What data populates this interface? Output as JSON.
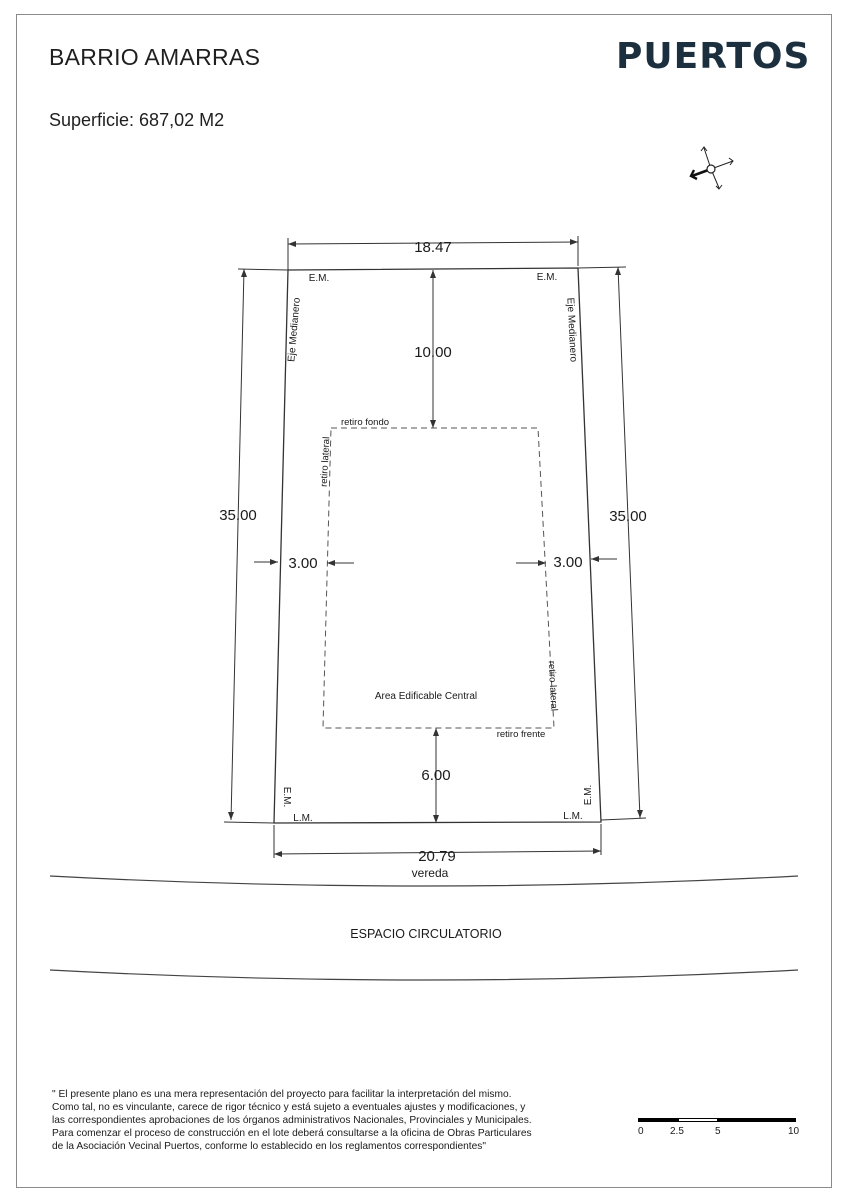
{
  "header": {
    "title": "BARRIO AMARRAS",
    "logo": "PUERTOS",
    "surface_label": "Superficie:",
    "surface_value": "687,02 M2"
  },
  "plan": {
    "top_width": "18.47",
    "bottom_width": "20.79",
    "left_depth": "35.00",
    "right_depth": "35.00",
    "back_setback": "10.00",
    "front_setback": "6.00",
    "left_side_setback": "3.00",
    "right_side_setback": "3.00",
    "em_top_left": "E.M.",
    "em_top_right": "E.M.",
    "em_bottom_left": "E.M.",
    "em_bottom_right": "E.M.",
    "lm_left": "L.M.",
    "lm_right": "L.M.",
    "eje_left": "Eje Medianero",
    "eje_right": "Eje Medianero",
    "retiro_fondo": "retiro fondo",
    "retiro_lateral_left": "retiro lateral",
    "retiro_lateral_right": "retiro lateral",
    "retiro_frente": "retiro frente",
    "area_label": "Area Edificable Central",
    "vereda": "vereda",
    "espacio": "ESPACIO CIRCULATORIO"
  },
  "disclaimer": [
    "\" El presente plano es una mera representación del proyecto para facilitar la interpretación del mismo.",
    "Como tal, no es vinculante, carece de rigor técnico y está sujeto a eventuales ajustes y modificaciones, y",
    "las correspondientes aprobaciones de los órganos administrativos Nacionales, Provinciales y Municipales.",
    "Para comenzar el proceso de construcción en el lote deberá consultarse a la oficina de Obras Particulares",
    "de la Asociación Vecinal Puertos, conforme lo establecido en los reglamentos correspondientes\""
  ],
  "scale": {
    "labels": [
      "0",
      "2.5",
      "5",
      "10"
    ]
  },
  "icons": {
    "compass": "compass-icon"
  }
}
